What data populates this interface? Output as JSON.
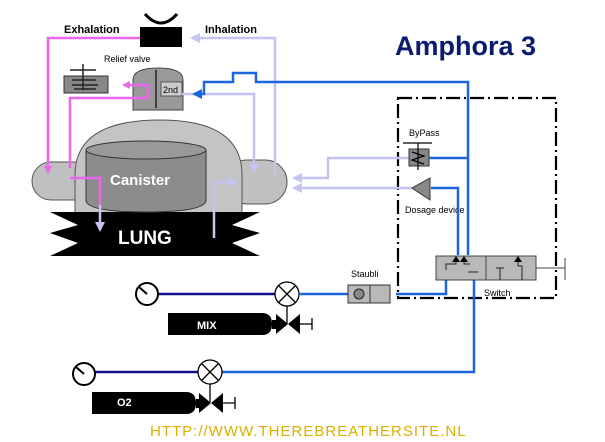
{
  "title": "Amphora 3",
  "labels": {
    "exhalation": "Exhalation",
    "inhalation": "Inhalation",
    "relief_valve": "Relief valve",
    "second_stage": "2nd",
    "canister": "Canister",
    "lung": "LUNG",
    "bypass": "ByPass",
    "dosage_device": "Dosage device",
    "staubli": "Staubli",
    "switch": "Switch",
    "mix_cylinder": "MIX",
    "o2_cylinder": "O2"
  },
  "footer_url": "HTTP://WWW.THEREBREATHERSITE.NL",
  "colors": {
    "exhalation_line": "#ee66ee",
    "inhalation_line": "#c4c4f2",
    "gas_line": "#1a66dd",
    "hp_line": "#11118a",
    "title": "#0a1a6e",
    "footer": "#d8b000"
  }
}
